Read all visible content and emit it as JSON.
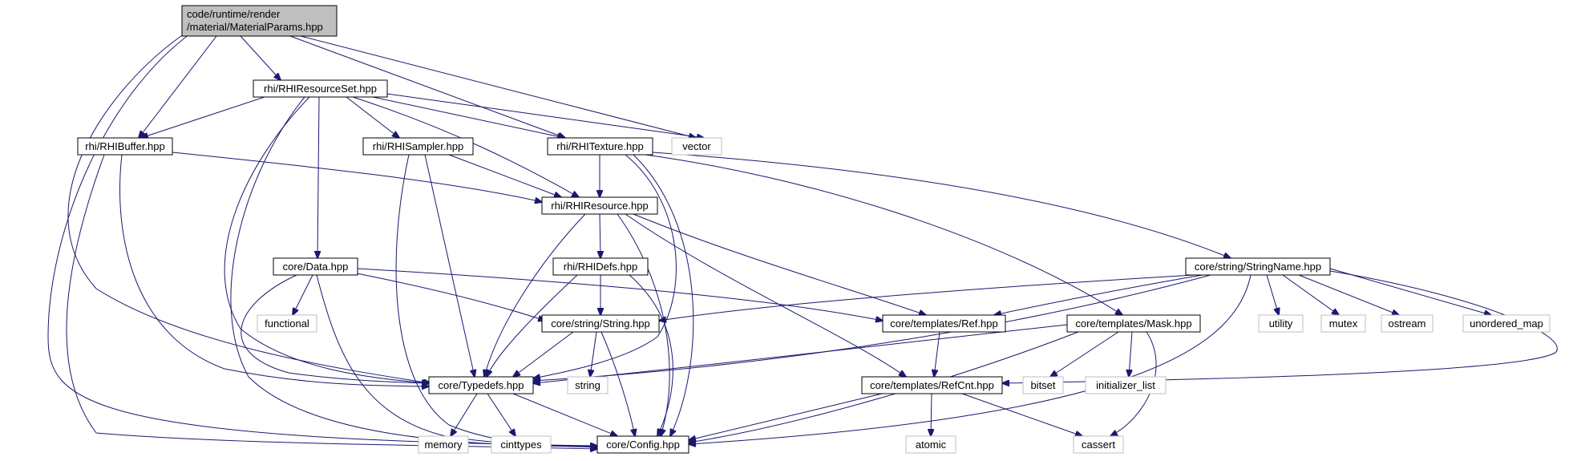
{
  "root": {
    "line1": "code/runtime/render",
    "line2": "/material/MaterialParams.hpp"
  },
  "nodes": {
    "rhi_RHIResourceSet": "rhi/RHIResourceSet.hpp",
    "rhi_RHIBuffer": "rhi/RHIBuffer.hpp",
    "rhi_RHISampler": "rhi/RHISampler.hpp",
    "rhi_RHITexture": "rhi/RHITexture.hpp",
    "vector": "vector",
    "rhi_RHIResource": "rhi/RHIResource.hpp",
    "rhi_RHIDefs": "rhi/RHIDefs.hpp",
    "core_Data": "core/Data.hpp",
    "functional": "functional",
    "core_string_String": "core/string/String.hpp",
    "core_templates_Ref": "core/templates/Ref.hpp",
    "core_templates_Mask": "core/templates/Mask.hpp",
    "core_string_StringName": "core/string/StringName.hpp",
    "utility": "utility",
    "mutex": "mutex",
    "ostream": "ostream",
    "unordered_map": "unordered_map",
    "core_Typedefs": "core/Typedefs.hpp",
    "string": "string",
    "core_templates_RefCnt": "core/templates/RefCnt.hpp",
    "bitset": "bitset",
    "initializer_list": "initializer_list",
    "memory": "memory",
    "cinttypes": "cinttypes",
    "core_Config": "core/Config.hpp",
    "atomic": "atomic",
    "cassert": "cassert"
  },
  "colors": {
    "edge": "#191970",
    "root_fill": "#bfbfbf",
    "system_border": "#bfbfbf",
    "project_border": "#000000"
  }
}
